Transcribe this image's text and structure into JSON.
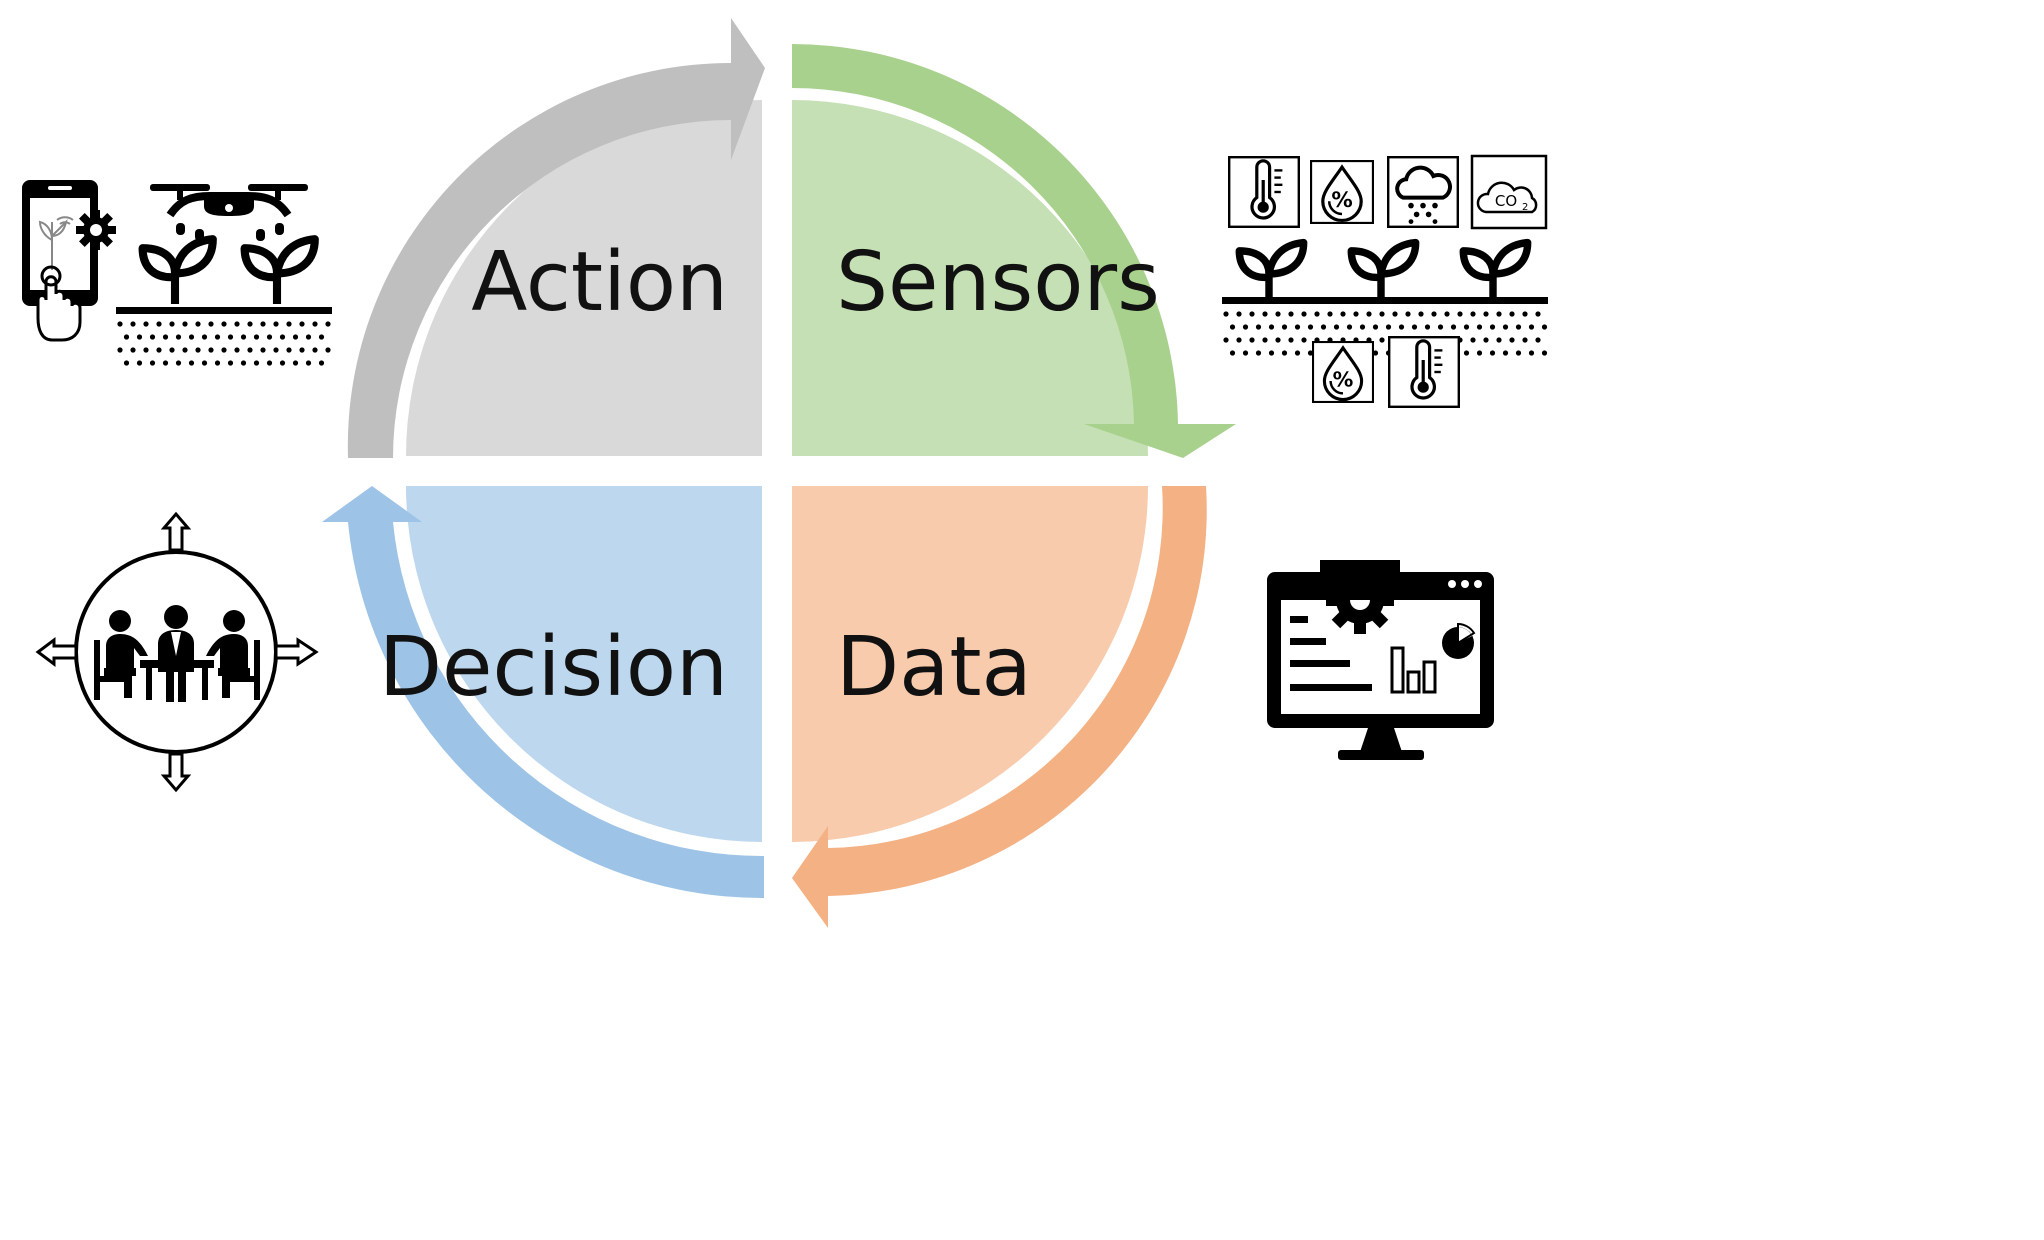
{
  "diagram": {
    "quadrants": [
      {
        "id": "action",
        "label": "Action",
        "fill": "#d9d9d9",
        "arrow": "#bfbfbf"
      },
      {
        "id": "sensors",
        "label": "Sensors",
        "fill": "#c5e0b4",
        "arrow": "#a9d18e"
      },
      {
        "id": "data",
        "label": "Data",
        "fill": "#f8cbad",
        "arrow": "#f4b183"
      },
      {
        "id": "decision",
        "label": "Decision",
        "fill": "#bdd7ee",
        "arrow": "#9dc3e6"
      }
    ],
    "icons": {
      "action": [
        "smartphone-control-icon",
        "gear-icon",
        "drone-icon",
        "plant-icon",
        "soil-icon"
      ],
      "sensors": [
        "thermometer-icon",
        "humidity-drop-icon",
        "rain-cloud-icon",
        "co2-cloud-icon",
        "plant-icon",
        "soil-icon"
      ],
      "data": [
        "monitor-dashboard-icon"
      ],
      "decision": [
        "meeting-people-icon",
        "outward-arrows-icon"
      ]
    },
    "co2_text": "CO",
    "co2_sub": "2",
    "humidity_symbol": "%"
  }
}
